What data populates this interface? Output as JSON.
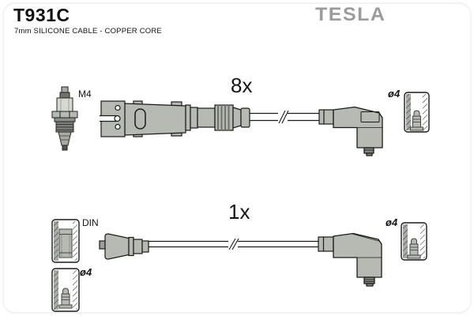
{
  "header": {
    "product_code": "T931C",
    "subtitle": "7mm SILICONE CABLE - COPPER CORE",
    "brand_logo": "TESLA"
  },
  "top_assembly": {
    "quantity": "8x",
    "spark_plug_thread": "M4",
    "right_terminal_diameter": "ø4"
  },
  "bottom_assembly": {
    "quantity": "1x",
    "left_terminal_type": "DIN",
    "left_terminal_diameter": "ø4",
    "right_terminal_diameter": "ø4"
  },
  "colors": {
    "connector_body": "#b6bab2",
    "outline": "#1a1a1a",
    "brand_gray": "#9c9c9c",
    "background": "#ffffff"
  }
}
